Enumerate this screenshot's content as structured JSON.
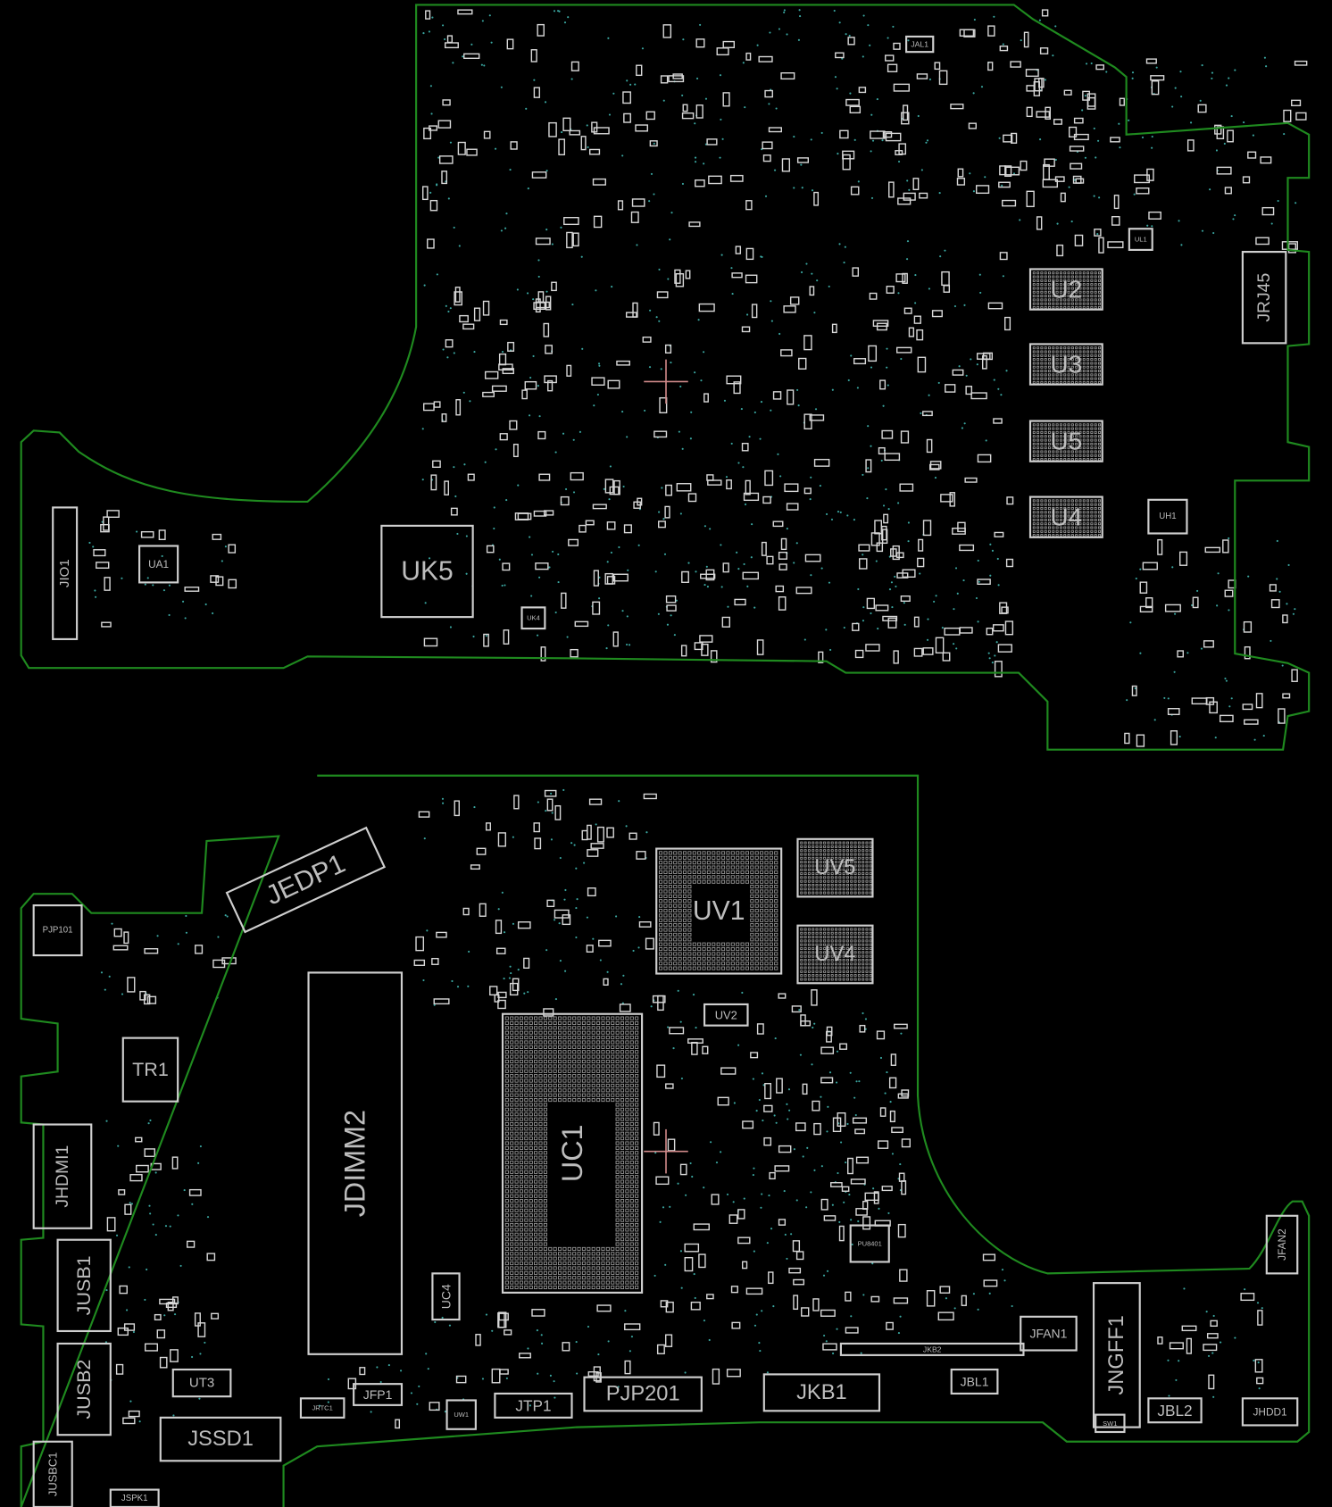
{
  "title": "Motherboard boardview",
  "colors": {
    "outline": "#1f8a1f",
    "component": "#cfcfcf",
    "via": "#3aa6a0",
    "marker": "#d08a8a"
  },
  "top_side": {
    "components": [
      "UK5",
      "UA1",
      "JIO1",
      "U2",
      "U3",
      "U5",
      "U4",
      "JRJ45",
      "UH1",
      "JAL1",
      "UL1",
      "UK4"
    ]
  },
  "bottom_side": {
    "components": [
      "JEDP1",
      "PJP101",
      "TR1",
      "JHDMI1",
      "JUSB1",
      "JUSB2",
      "JUSBC1",
      "JDIMM2",
      "UT3",
      "JSSD1",
      "JSPK1",
      "JRTC1",
      "JFP1",
      "UC1",
      "UC4",
      "JTP1",
      "UW1",
      "PJP201",
      "JKB1",
      "JKB2",
      "JFAN1",
      "JNGFF1",
      "JBL1",
      "JBL2",
      "JHDD1",
      "JFAN2",
      "SW1",
      "UV1",
      "UV5",
      "UV4",
      "UV2",
      "PU8401"
    ]
  }
}
